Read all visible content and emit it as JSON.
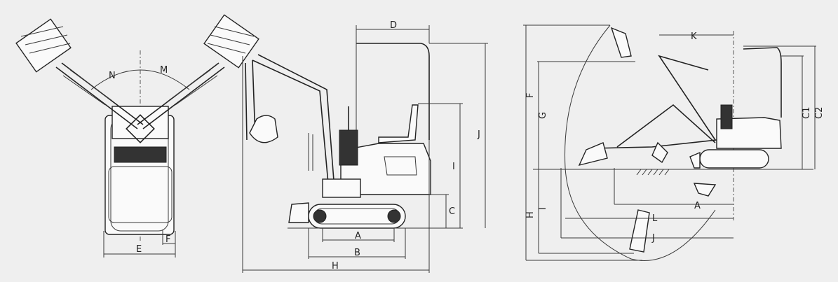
{
  "diagram": {
    "top_view": {
      "swing_labels": [
        "N",
        "M"
      ],
      "width_label": "E",
      "track_label": "F"
    },
    "side_view": {
      "dimension_labels": {
        "A": "A",
        "B": "B",
        "C": "C",
        "D": "D",
        "H": "H",
        "I": "I",
        "J": "J"
      }
    },
    "working_range": {
      "dimension_labels": {
        "K": "K",
        "F": "F",
        "G": "G",
        "H": "H",
        "I": "I",
        "A": "A",
        "L": "L",
        "J": "J",
        "C1": "C1",
        "C2": "C2"
      }
    }
  },
  "colors": {
    "background": "#efefef",
    "line": "#222222"
  }
}
